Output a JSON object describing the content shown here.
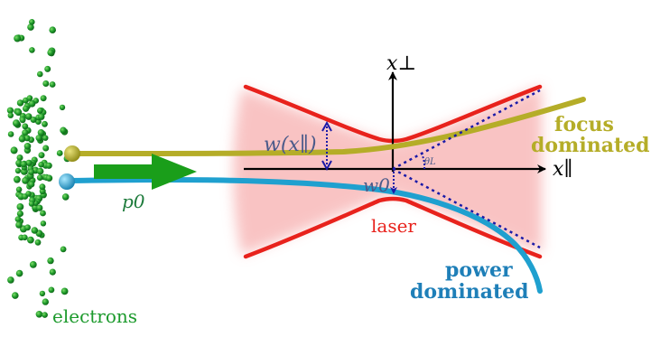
{
  "labels": {
    "x_perp": "x⊥",
    "x_par": "x∥",
    "waist_label": "w(x∥)",
    "w0": "w0",
    "theta": "θL",
    "p0": "p0",
    "laser": "laser",
    "electrons": "electrons",
    "focus_line1": "focus",
    "focus_line2": "dominated",
    "power_line1": "power",
    "power_line2": "dominated"
  },
  "colors": {
    "laser_red": "#e8221c",
    "laser_glow": "#f8b8b8",
    "electron_green": "#1c9a2c",
    "arrow_green": "#1a9e1a",
    "focus_olive": "#b5ad28",
    "power_blue": "#1fa0cf",
    "power_text_blue": "#1e7fb8",
    "dotted_blue": "#1a1aa8",
    "axis_black": "#000000",
    "math_blue_gray": "#4a5a8a"
  }
}
